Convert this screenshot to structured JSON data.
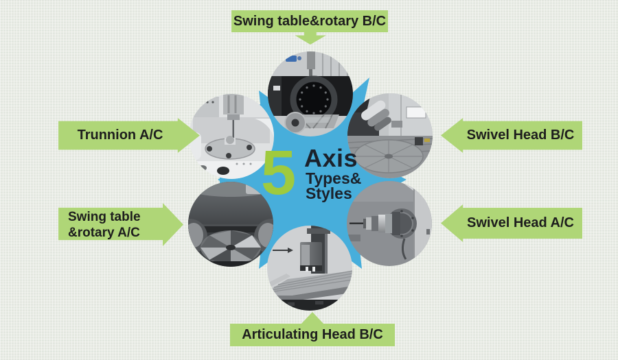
{
  "title": "5 Axis Types and Styles",
  "center": {
    "number": "5",
    "title": "Axis",
    "subtitle1": "Types&",
    "subtitle2": "Styles"
  },
  "labels": {
    "top": {
      "text": "Swing table&rotary B/C",
      "direction": "down"
    },
    "left_upper": {
      "text": "Trunnion A/C",
      "direction": "right"
    },
    "right_upper": {
      "text": "Swivel Head B/C",
      "direction": "left"
    },
    "left_lower": {
      "line1": "Swing table",
      "line2": "&rotary A/C",
      "direction": "right"
    },
    "right_lower": {
      "text": "Swivel Head A/C",
      "direction": "left"
    },
    "bottom": {
      "text": "Articulating Head B/C",
      "direction": "up"
    }
  },
  "photos": {
    "top": "swing-table-rotary-bc-machine-photo",
    "left_upper": "trunnion-ac-machine-photo",
    "right_upper": "swivel-head-bc-machine-photo",
    "left_lower": "swing-table-rotary-ac-machine-photo",
    "right_lower": "swivel-head-ac-machine-photo",
    "bottom": "articulating-head-bc-machine-photo"
  },
  "colors": {
    "background": "#e9ece5",
    "arrow_green": "#afd677",
    "label_text": "#1d1d1d",
    "accent_blue": "#47aedb",
    "number_green": "#9fca3e",
    "dark_text": "#1b222c"
  }
}
